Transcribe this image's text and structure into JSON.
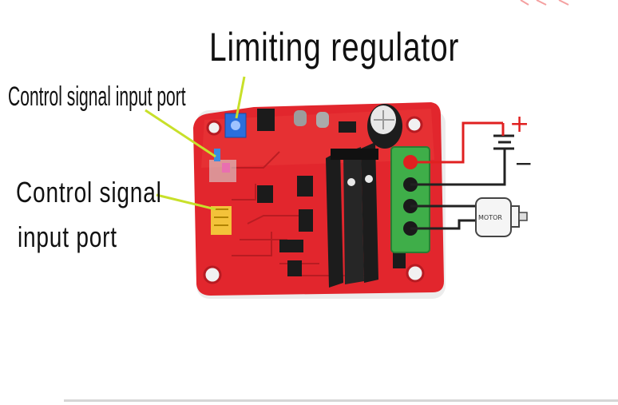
{
  "labels": {
    "limiting_regulator": "Limiting regulator",
    "control_port_top": "Control signal input port",
    "control_port_mid_line1": "Control signal",
    "control_port_mid_line2": "input port"
  },
  "battery": {
    "plus": "+",
    "minus": "−"
  },
  "motor": {
    "label": "MOTOR"
  },
  "colors": {
    "board": "#e2262d",
    "heatsink": "#1c1c1c",
    "terminal": "#3fae49",
    "pointer": "#c8e02a",
    "wire_red": "#e02020",
    "wire_black": "#222222",
    "potentiometer": "#2a6fdc"
  }
}
